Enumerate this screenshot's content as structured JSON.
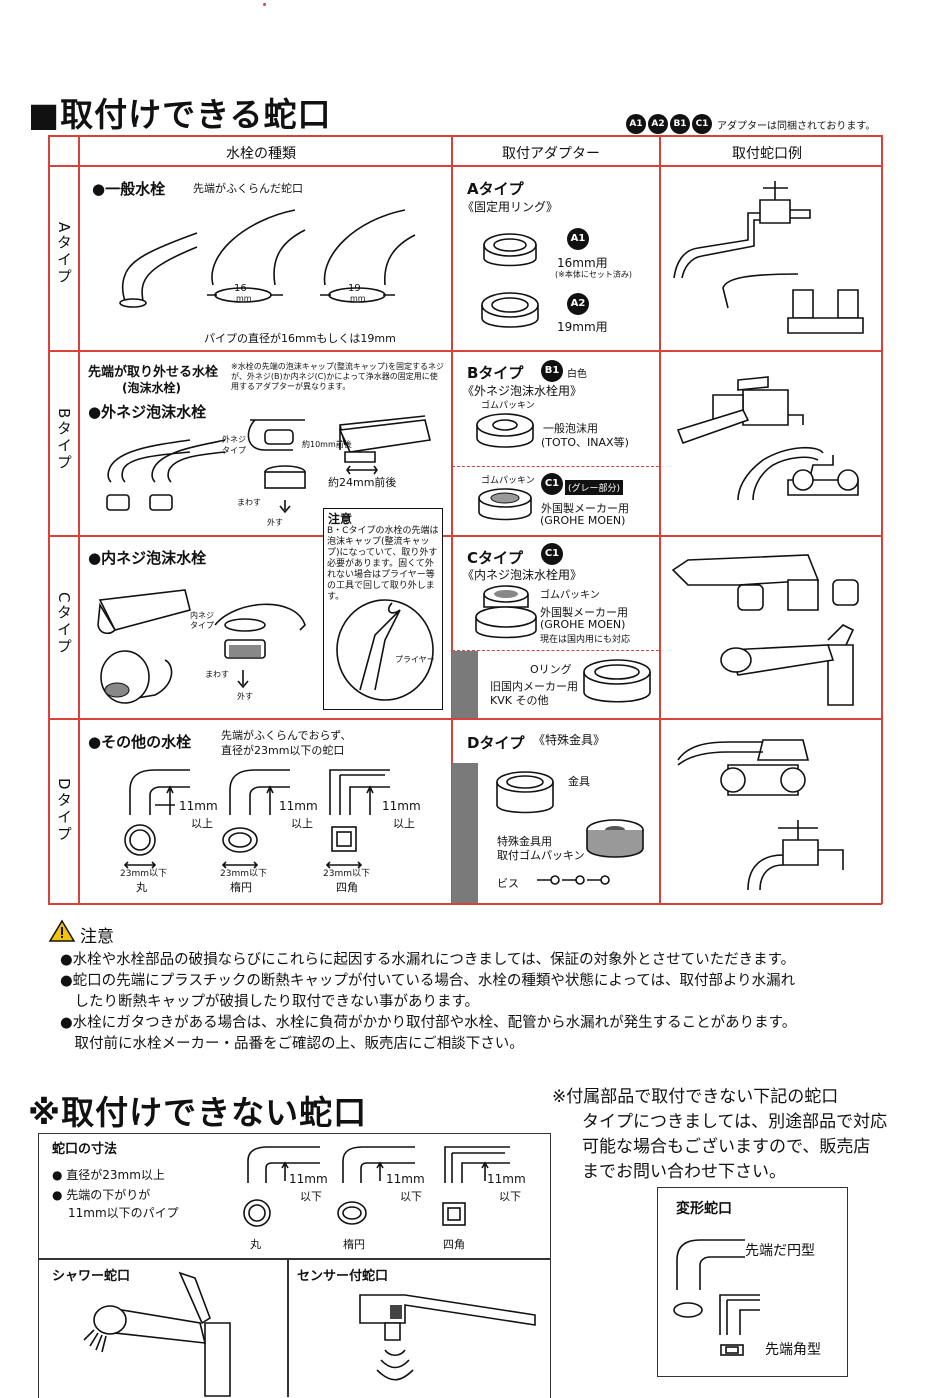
{
  "top_title": "■取付けできる蛇口",
  "adapter_note": {
    "badges": [
      "A1",
      "A2",
      "B1",
      "C1"
    ],
    "text": "アダプターは同梱されております。"
  },
  "table": {
    "headers": [
      "水栓の種類",
      "取付アダプター",
      "取付蛇口例"
    ],
    "row_labels": [
      "Aタイプ",
      "Bタイプ",
      "Cタイプ",
      "Dタイプ"
    ],
    "a": {
      "heading": "●一般水栓",
      "sub": "先端がふくらんだ蛇口",
      "size16": "16",
      "size19": "19",
      "unit": "mm",
      "pipe_note": "パイプの直径が16mmもしくは19mm",
      "adapter_title": "Aタイプ",
      "adapter_sub": "《固定用リング》",
      "a1": "A1",
      "a1_label": "16mm用",
      "a1_note": "(※本体にセット済み)",
      "a2": "A2",
      "a2_label": "19mm用"
    },
    "b": {
      "heading": "先端が取り外せる水栓",
      "heading2": "(泡沫水栓)",
      "note": "※水栓の先端の泡沫キャップ(整流キャップ)を固定するネジが、外ネジ(B)か内ネジ(C)かによって浄水器の固定用に使用するアダプターが異なります。",
      "sub": "●外ネジ泡沫水栓",
      "outer_screw": "外ネジ",
      "type": "タイプ",
      "approx10": "約10mm前後",
      "approx24": "約24mm前後",
      "rotate": "まわす",
      "remove": "外す",
      "adapter_title": "Bタイプ",
      "b1": "B1",
      "b1_color": "白色",
      "adapter_sub": "《外ネジ泡沫水栓用》",
      "gasket": "ゴムパッキン",
      "general_foam": "一般泡沫用",
      "general_brands": "(TOTO、INAX等)",
      "gasket2": "ゴムパッキン",
      "c1": "C1",
      "gray_part": "(グレー部分)",
      "foreign1": "外国製メーカー用",
      "foreign1_brands": "(GROHE MOEN)"
    },
    "note_box": {
      "title": "注意",
      "body": "B・Cタイプの水栓の先端は泡沫キャップ(整流キャップ)になっていて、取り外す必要があります。固くて外れない場合はプライヤー等の工具で回して取り外します。",
      "plier": "プライヤー"
    },
    "c": {
      "sub": "●内ネジ泡沫水栓",
      "inner_screw": "内ネジ",
      "type": "タイプ",
      "rotate": "まわす",
      "remove": "外す",
      "adapter_title": "Cタイプ",
      "c1": "C1",
      "adapter_sub": "《内ネジ泡沫水栓用》",
      "gasket": "ゴムパッキン",
      "foreign": "外国製メーカー用",
      "foreign_brands": "(GROHE MOEN)",
      "domestic_note": "現在は国内用にも対応",
      "oring": "Oリング",
      "old_domestic": "旧国内メーカー用",
      "kvk": "KVK その他"
    },
    "d": {
      "sub": "●その他の水栓",
      "desc1": "先端がふくらんでおらず、",
      "desc2": "直径が23mm以下の蛇口",
      "h11": "11mm",
      "above": "以上",
      "d23": "23mm以下",
      "shapes": [
        "丸",
        "楕円",
        "四角"
      ],
      "adapter_title": "Dタイプ",
      "adapter_sub": "《特殊金具》",
      "fitting": "金具",
      "special1": "特殊金具用",
      "special2": "取付ゴムパッキン",
      "screw": "ビス"
    }
  },
  "caution": {
    "title": "注意",
    "lines": [
      "●水栓や水栓部品の破損ならびにこれらに起因する水漏れにつきましては、保証の対象外とさせていただきます。",
      "●蛇口の先端にプラスチックの断熱キャップが付いている場合、水栓の種類や状態によっては、取付部より水漏れ",
      "　したり断熱キャップが破損したり取付できない事があります。",
      "●水栓にガタつきがある場合は、水栓に負荷がかかり取付部や水栓、配管から水漏れが発生することがあります。",
      "　取付前に水栓メーカー・品番をご確認の上、販売店にご相談下さい。"
    ]
  },
  "bottom_title": "※取付けできない蛇口",
  "bottom_note": [
    "※付属部品で取付できない下記の蛇口",
    "タイプにつきましては、別途部品で対応",
    "可能な場合もございますので、販売店",
    "までお問い合わせ下さい。"
  ],
  "not_ok": {
    "size_title": "蛇口の寸法",
    "bullet1": "● 直径が23mm以上",
    "bullet2": "● 先端の下がりが",
    "bullet3": "11mm以下のパイプ",
    "h11": "11mm",
    "below": "以下",
    "shapes": [
      "丸",
      "楕円",
      "四角"
    ],
    "shower": "シャワー蛇口",
    "sensor": "センサー付蛇口",
    "deform": "変形蛇口",
    "round_tip": "先端だ円型",
    "square_tip": "先端角型"
  }
}
